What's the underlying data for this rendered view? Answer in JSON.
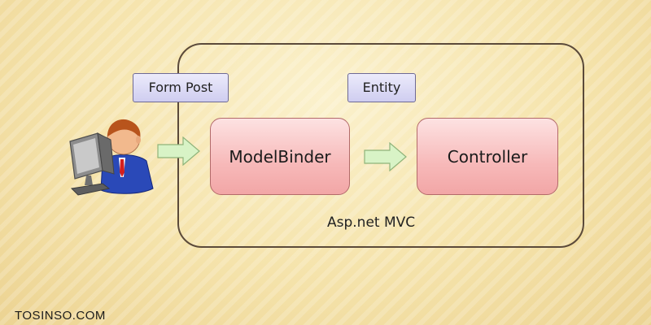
{
  "diagram": {
    "container": {
      "label": "Asp.net MVC"
    },
    "tags": {
      "form_post": "Form Post",
      "entity": "Entity"
    },
    "nodes": {
      "model_binder": "ModelBinder",
      "controller": "Controller"
    },
    "icons": {
      "user": "user-at-computer-icon",
      "arrow": "right-arrow-icon"
    },
    "colors": {
      "node_fill": "#f7b9b9",
      "tag_fill": "#dcdaf4",
      "arrow_fill": "#d6f2c4",
      "border": "#5b4a3a"
    }
  },
  "watermark": {
    "text": "TOSINSO.COM"
  }
}
